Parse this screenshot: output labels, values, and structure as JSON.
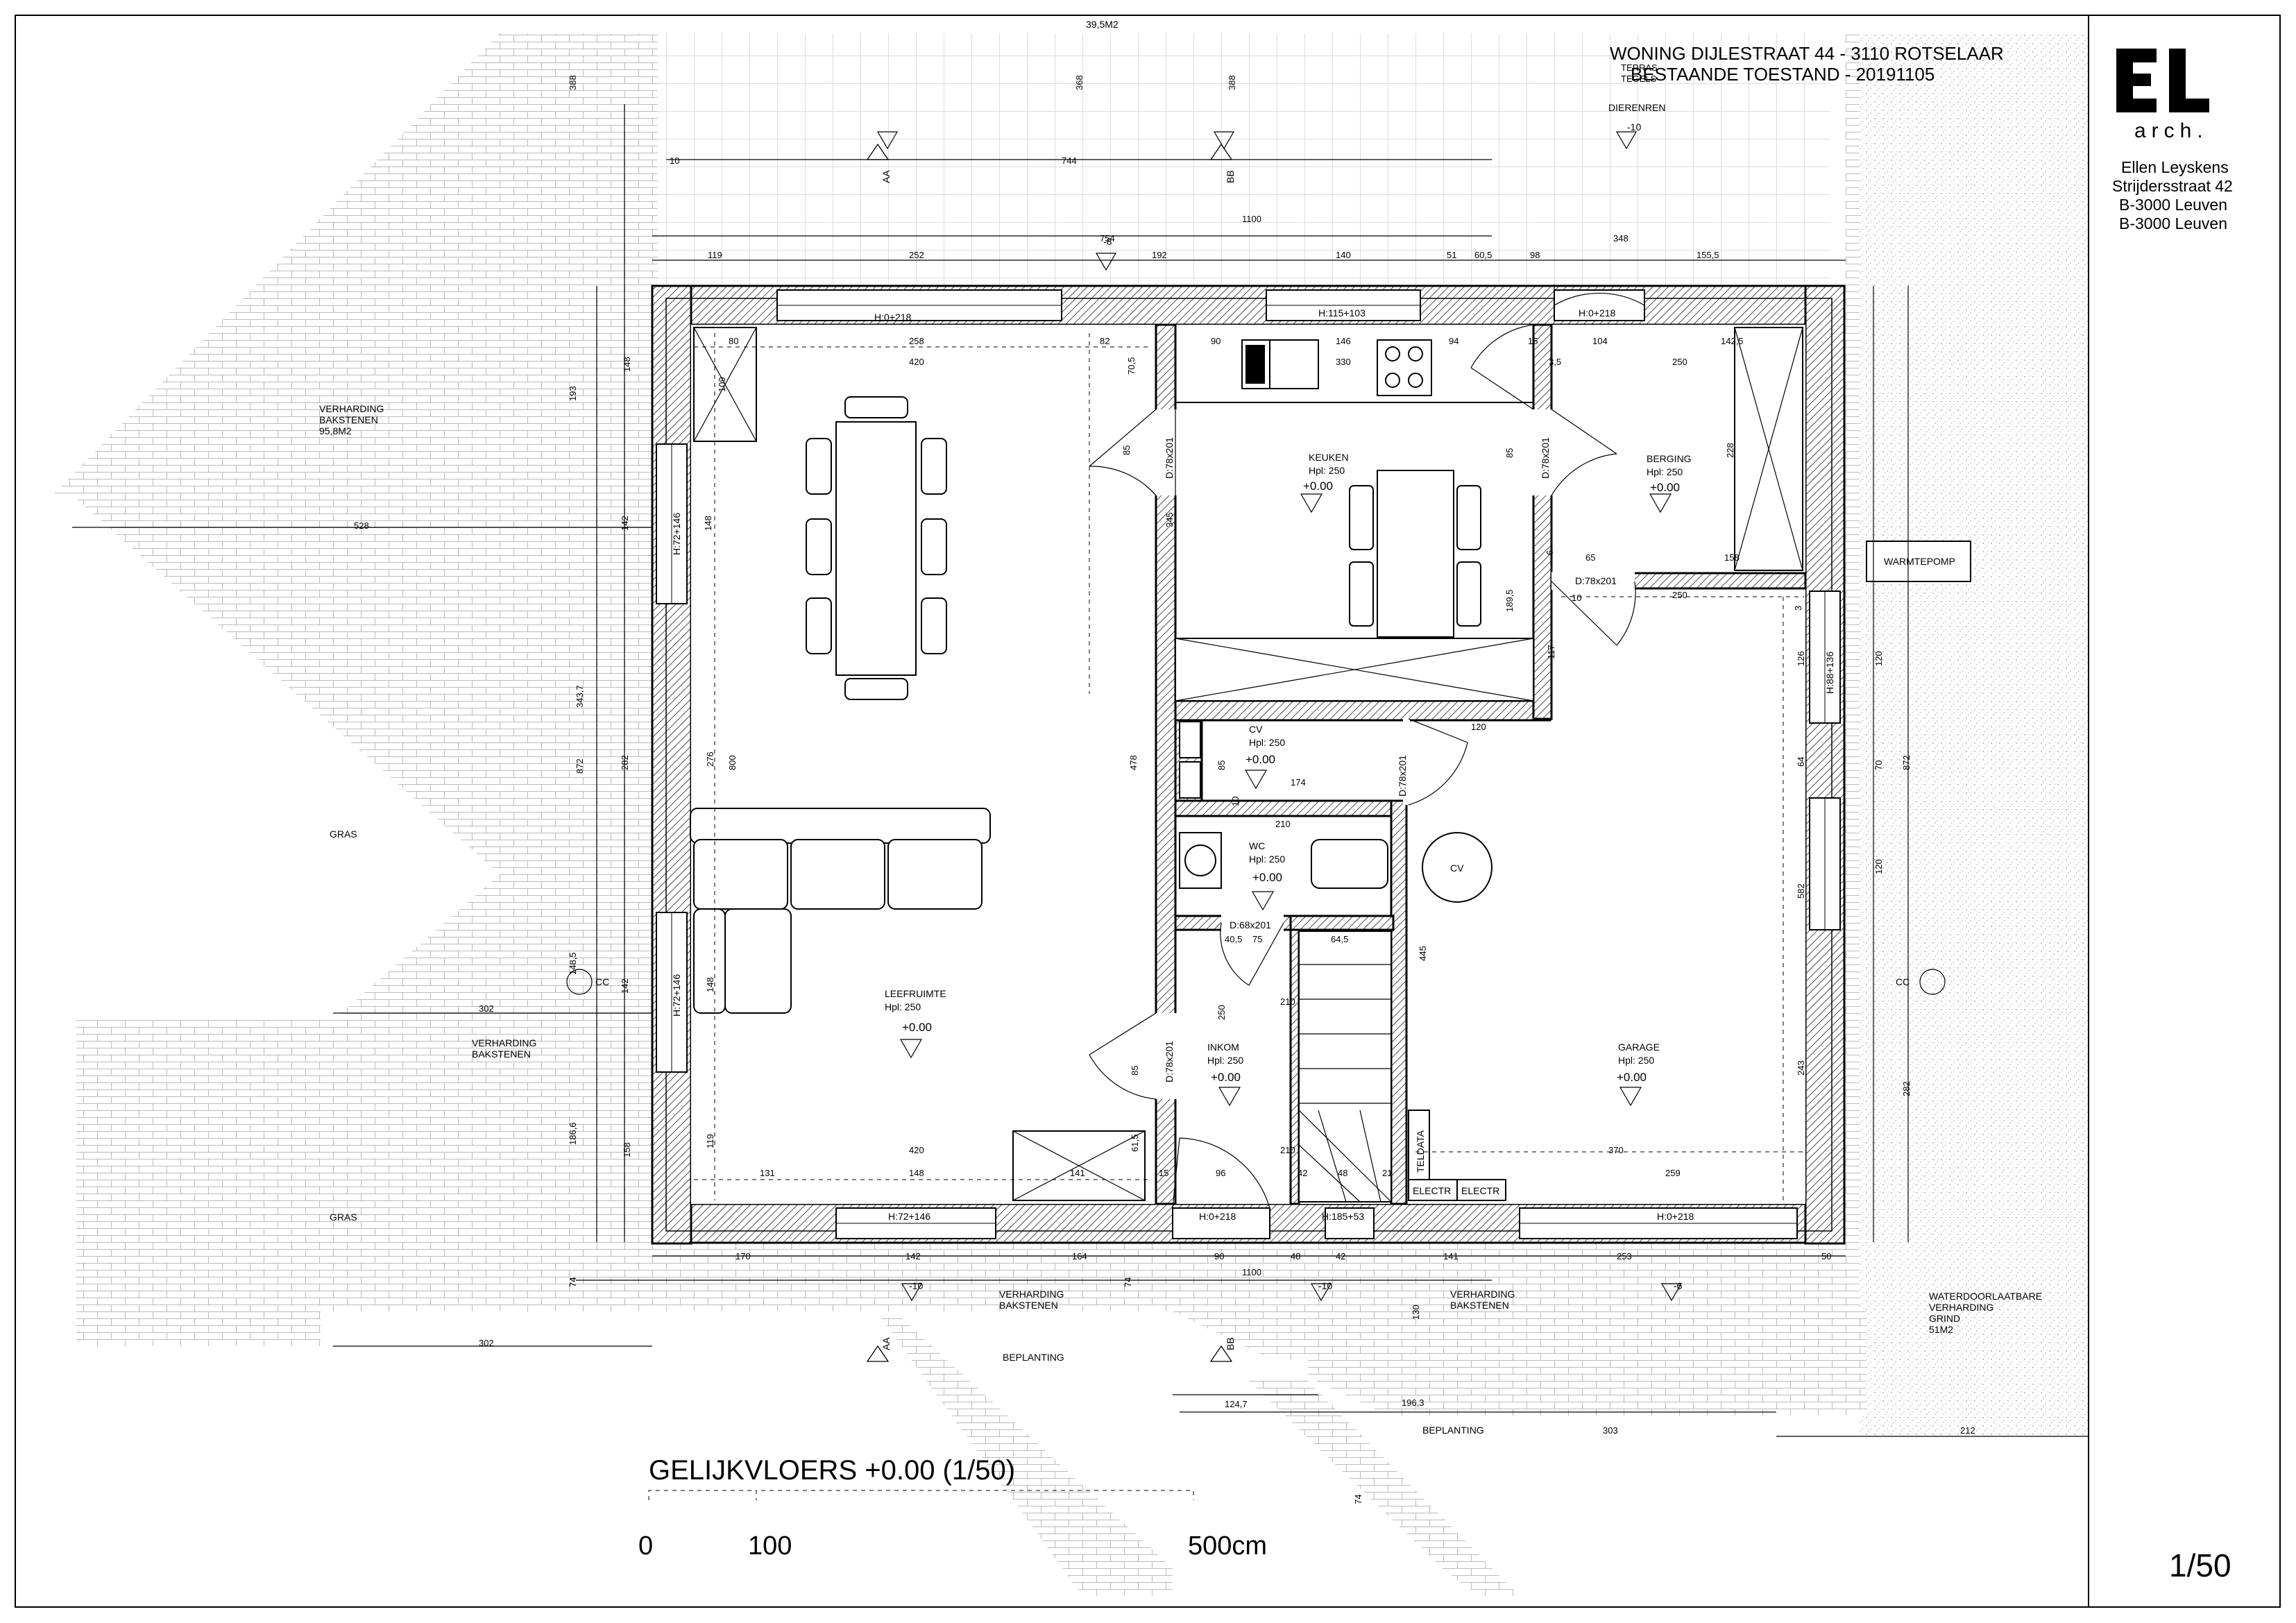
{
  "title_block": {
    "project_line1": "WONING DIJLESTRAAT 44 - 3110 ROTSELAAR",
    "project_line2": "BESTAANDE TOESTAND - 20191105",
    "terras_label": "TERRAS",
    "tegels_label": "TEGELS",
    "logo_letters": "EL",
    "logo_sub": "arch.",
    "architect_name": "Ellen Leyskens",
    "architect_street": "Strijdersstraat 42",
    "architect_city1": "B-3000 Leuven",
    "architect_city2": "B-3000 Leuven",
    "scale_label": "1/50"
  },
  "plan": {
    "floor_title": "GELIJKVLOERS +0.00 (1/50)",
    "scale_bar": {
      "t0": "0",
      "t1": "100",
      "t2": "500cm"
    }
  },
  "rooms": {
    "leefruimte": {
      "name": "LEEFRUIMTE",
      "hpl": "Hpl: 250",
      "level": "+0.00"
    },
    "keuken": {
      "name": "KEUKEN",
      "hpl": "Hpl: 250",
      "level": "+0.00"
    },
    "berging": {
      "name": "BERGING",
      "hpl": "Hpl: 250",
      "level": "+0.00"
    },
    "cv": {
      "name": "CV",
      "hpl": "Hpl: 250",
      "level": "+0.00"
    },
    "wc": {
      "name": "WC",
      "hpl": "Hpl: 250",
      "level": "+0.00"
    },
    "inkom": {
      "name": "INKOM",
      "hpl": "Hpl: 250",
      "level": "+0.00"
    },
    "garage": {
      "name": "GARAGE",
      "hpl": "Hpl: 250",
      "level": "+0.00"
    }
  },
  "exterior": {
    "verharding_1": "VERHARDING",
    "bakstenen_1": "BAKSTENEN",
    "area_1": "95,8M2",
    "verharding_2": "VERHARDING",
    "bakstenen_2": "BAKSTENEN",
    "verharding_3": "VERHARDING",
    "bakstenen_3": "BAKSTENEN",
    "verharding_4": "VERHARDING",
    "bakstenen_4": "BAKSTENEN",
    "gras_1": "GRAS",
    "gras_2": "GRAS",
    "beplanting_1": "BEPLANTING",
    "beplanting_2": "BEPLANTING",
    "dierenren": "DIERENREN",
    "waterdoorlaatbare": "WATERDOORLAATBARE",
    "verharding_grind": "VERHARDING",
    "grind": "GRIND",
    "area_grind": "51M2",
    "warmtepomp": "WARMTEPOMP",
    "cv_tank": "CV",
    "teldata": "TELDATA",
    "electr1": "ELECTR",
    "electr2": "ELECTR",
    "top_area": "39,5M2",
    "cc_left": "CC",
    "cc_right": "CC"
  },
  "levels": {
    "l_m10_top": "-10",
    "l_m8_top": "-8",
    "l_m10_bl": "-10",
    "l_m10_bc": "-10",
    "l_m6_br": "-6"
  },
  "section_marks": {
    "aa_top": "AA",
    "bb_top": "BB",
    "aa_bottom": "AA",
    "bb_bottom": "BB"
  },
  "openings": {
    "w_top_left": "H:0+218",
    "w_top_kitchen": "H:115+103",
    "w_top_berging": "H:0+218",
    "w_left_1": "H:72+146",
    "w_left_2": "H:72+146",
    "w_right_garage": "H:88+136",
    "d_living_kitchen": "D:78x201",
    "d_kitchen_berging": "D:78x201",
    "d_berging_garage": "D:78x201",
    "d_cv": "D:78x201",
    "d_wc": "D:68x201",
    "d_inkom": "D:78x201",
    "w_bottom_living": "H:72+146",
    "d_front": "H:0+218",
    "w_bottom_inkom": "H:185+53",
    "d_garage": "H:0+218"
  },
  "dimensions": {
    "top_row": [
      "119",
      "252",
      "754",
      "192",
      "140",
      "51",
      "60,5",
      "98",
      "348",
      "155,5"
    ],
    "top_other": [
      "10",
      "744",
      "1100",
      "388",
      "368",
      "388"
    ],
    "interior_top": [
      "258",
      "82",
      "90",
      "146",
      "94",
      "15",
      "104",
      "142,5",
      "80",
      "420",
      "330",
      "250",
      "3,5"
    ],
    "left_col": [
      "148",
      "193",
      "142",
      "148",
      "343,7",
      "872",
      "282",
      "276",
      "800",
      "148,5",
      "142",
      "148",
      "186,6",
      "158",
      "119",
      "109",
      "528",
      "302",
      "302",
      "74"
    ],
    "interior_mid": [
      "85",
      "345",
      "70,5",
      "85",
      "189,5",
      "6",
      "65",
      "158",
      "228",
      "117",
      "250",
      "10",
      "120",
      "3",
      "85",
      "174",
      "10",
      "210",
      "478",
      "40,5",
      "75",
      "64,5",
      "210",
      "445",
      "250",
      "85",
      "61,5",
      "210",
      "42",
      "48",
      "21",
      "15",
      "126",
      "64",
      "582",
      "243",
      "370",
      "259",
      "420",
      "141",
      "96",
      "131",
      "148"
    ],
    "right_col": [
      "120",
      "70",
      "120",
      "872",
      "282"
    ],
    "bottom_row": [
      "170",
      "142",
      "164",
      "90",
      "48",
      "42",
      "141",
      "253",
      "50",
      "1100",
      "130",
      "124,7",
      "196,3",
      "303",
      "212",
      "74",
      "74",
      "74"
    ]
  }
}
